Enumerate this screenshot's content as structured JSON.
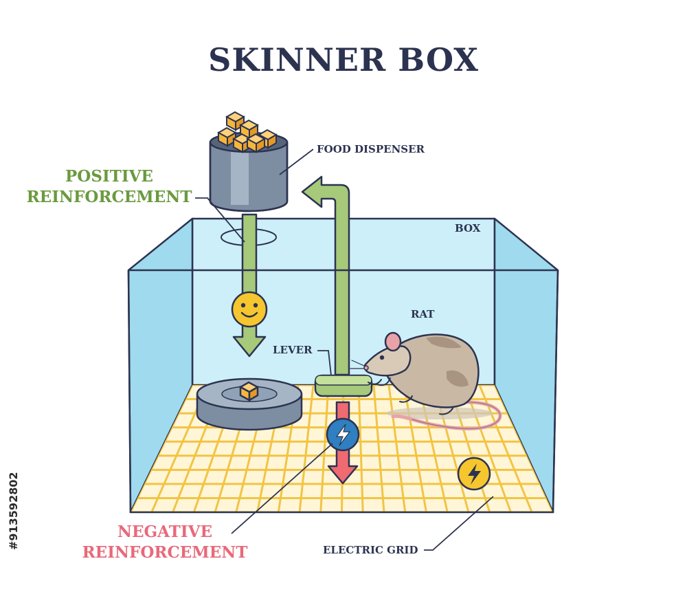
{
  "title": "SKINNER BOX",
  "labels": {
    "food_dispenser": "FOOD DISPENSER",
    "box": "BOX",
    "rat": "RAT",
    "lever": "LEVER",
    "electric_grid": "ELECTRIC GRID",
    "positive_line1": "POSITIVE",
    "positive_line2": "REINFORCEMENT",
    "negative_line1": "NEGATIVE",
    "negative_line2": "REINFORCEMENT"
  },
  "stock_id": "#913592802",
  "colors": {
    "title": "#2c3350",
    "positive": "#6a9a3e",
    "negative": "#e8697a",
    "box_glass": "#bfe8f6",
    "grid_line": "#f2c443",
    "food": "#f6b63c",
    "rat_body": "#c9b8a4",
    "shock_badge": "#2f7fc1"
  },
  "icons": [
    "smiley-face-icon",
    "lightning-bolt-icon",
    "food-cube-icon"
  ]
}
